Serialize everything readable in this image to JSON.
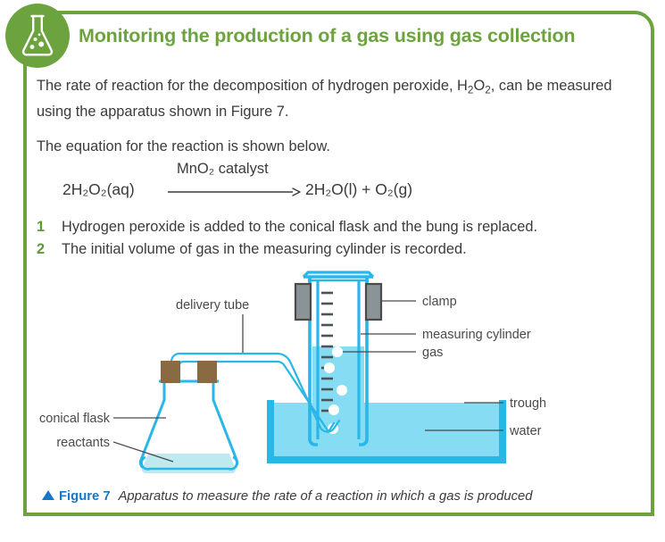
{
  "card": {
    "border_color": "#6da33f",
    "accent_green": "#6da33f",
    "accent_blue": "#1878c8",
    "diagram_blue": "#29b6e8",
    "water_fill": "#86dcf3",
    "bung_brown": "#8a6a42",
    "clamp_gray": "#8a9496"
  },
  "badge": {
    "icon": "conical-flask-icon"
  },
  "header": {
    "title": "Monitoring the production of a gas using gas collection"
  },
  "intro": {
    "para1_a": "The rate of reaction for the decomposition of hydrogen peroxide, H",
    "para1_sub1": "2",
    "para1_b": "O",
    "para1_sub2": "2",
    "para1_c": ", can be measured using the apparatus shown in Figure 7.",
    "para2": "The equation for the reaction is shown below."
  },
  "equation": {
    "reactants": "2H₂O₂(aq)",
    "condition": "MnO₂ catalyst",
    "products": "2H₂O(l) + O₂(g)",
    "arrow": "arrow-right-icon"
  },
  "steps": [
    {
      "number": "1",
      "text": "Hydrogen peroxide is added to the conical flask and the bung is replaced."
    },
    {
      "number": "2",
      "text": "The initial volume of gas in the measuring cylinder is recorded."
    }
  ],
  "diagram": {
    "labels": {
      "delivery_tube": "delivery tube",
      "clamp": "clamp",
      "measuring_cylinder": "measuring cylinder",
      "gas": "gas",
      "trough": "trough",
      "water": "water",
      "conical_flask": "conical flask",
      "reactants": "reactants"
    }
  },
  "caption": {
    "figure_label": "Figure 7",
    "text": "Apparatus to measure the rate of a reaction in which a gas is produced"
  }
}
